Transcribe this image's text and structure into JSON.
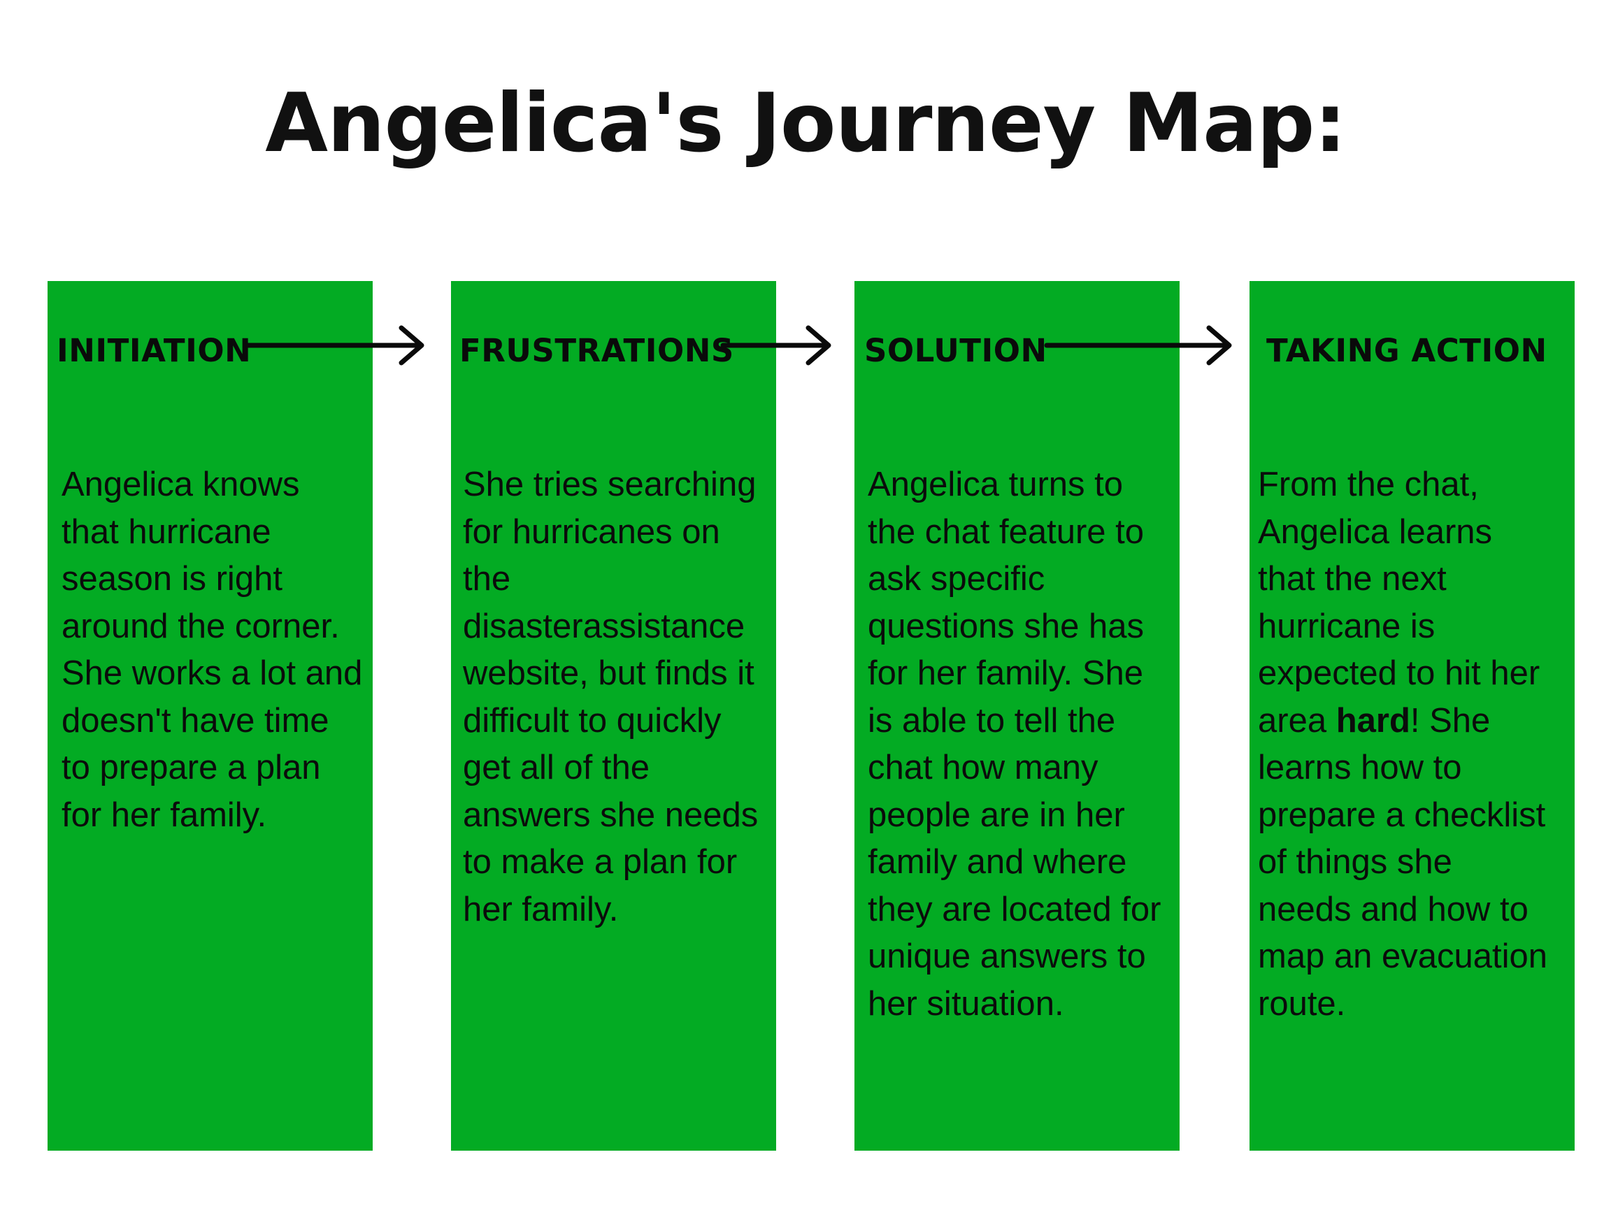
{
  "title": "Angelica's Journey Map:",
  "colors": {
    "stage_fill": "#03ab23",
    "text": "#0b0b0b",
    "arrow": "#0a0a0a"
  },
  "stages": [
    {
      "label": "INITIATION",
      "body": "Angelica knows\nthat hurricane\nseason is right\naround the corner.\nShe works a lot and\ndoesn't have time\nto prepare a plan\nfor her family."
    },
    {
      "label": "FRUSTRATIONS",
      "body": "She tries searching\nfor hurricanes on\nthe\ndisasterassistance\nwebsite, but finds it\ndifficult to quickly\nget all of the\nanswers she needs\nto make a plan for\nher family."
    },
    {
      "label": "SOLUTION",
      "body": "Angelica turns to\nthe chat feature to\nask specific\nquestions she has\nfor her family. She\nis able to tell the\nchat how many\npeople are in her\nfamily and where\nthey are located for\nunique answers to\nher situation."
    },
    {
      "label": "TAKING ACTION",
      "body_before": "From the chat,\nAngelica learns\nthat the next\nhurricane is\nexpected to hit her\narea ",
      "body_emphasis": "hard",
      "body_after": "! She\nlearns how to\nprepare a checklist\nof things she\nneeds and how to\nmap an evacuation\nroute."
    }
  ],
  "arrows": [
    {
      "icon": "right-arrow-icon"
    },
    {
      "icon": "right-arrow-icon"
    },
    {
      "icon": "right-arrow-icon"
    }
  ]
}
